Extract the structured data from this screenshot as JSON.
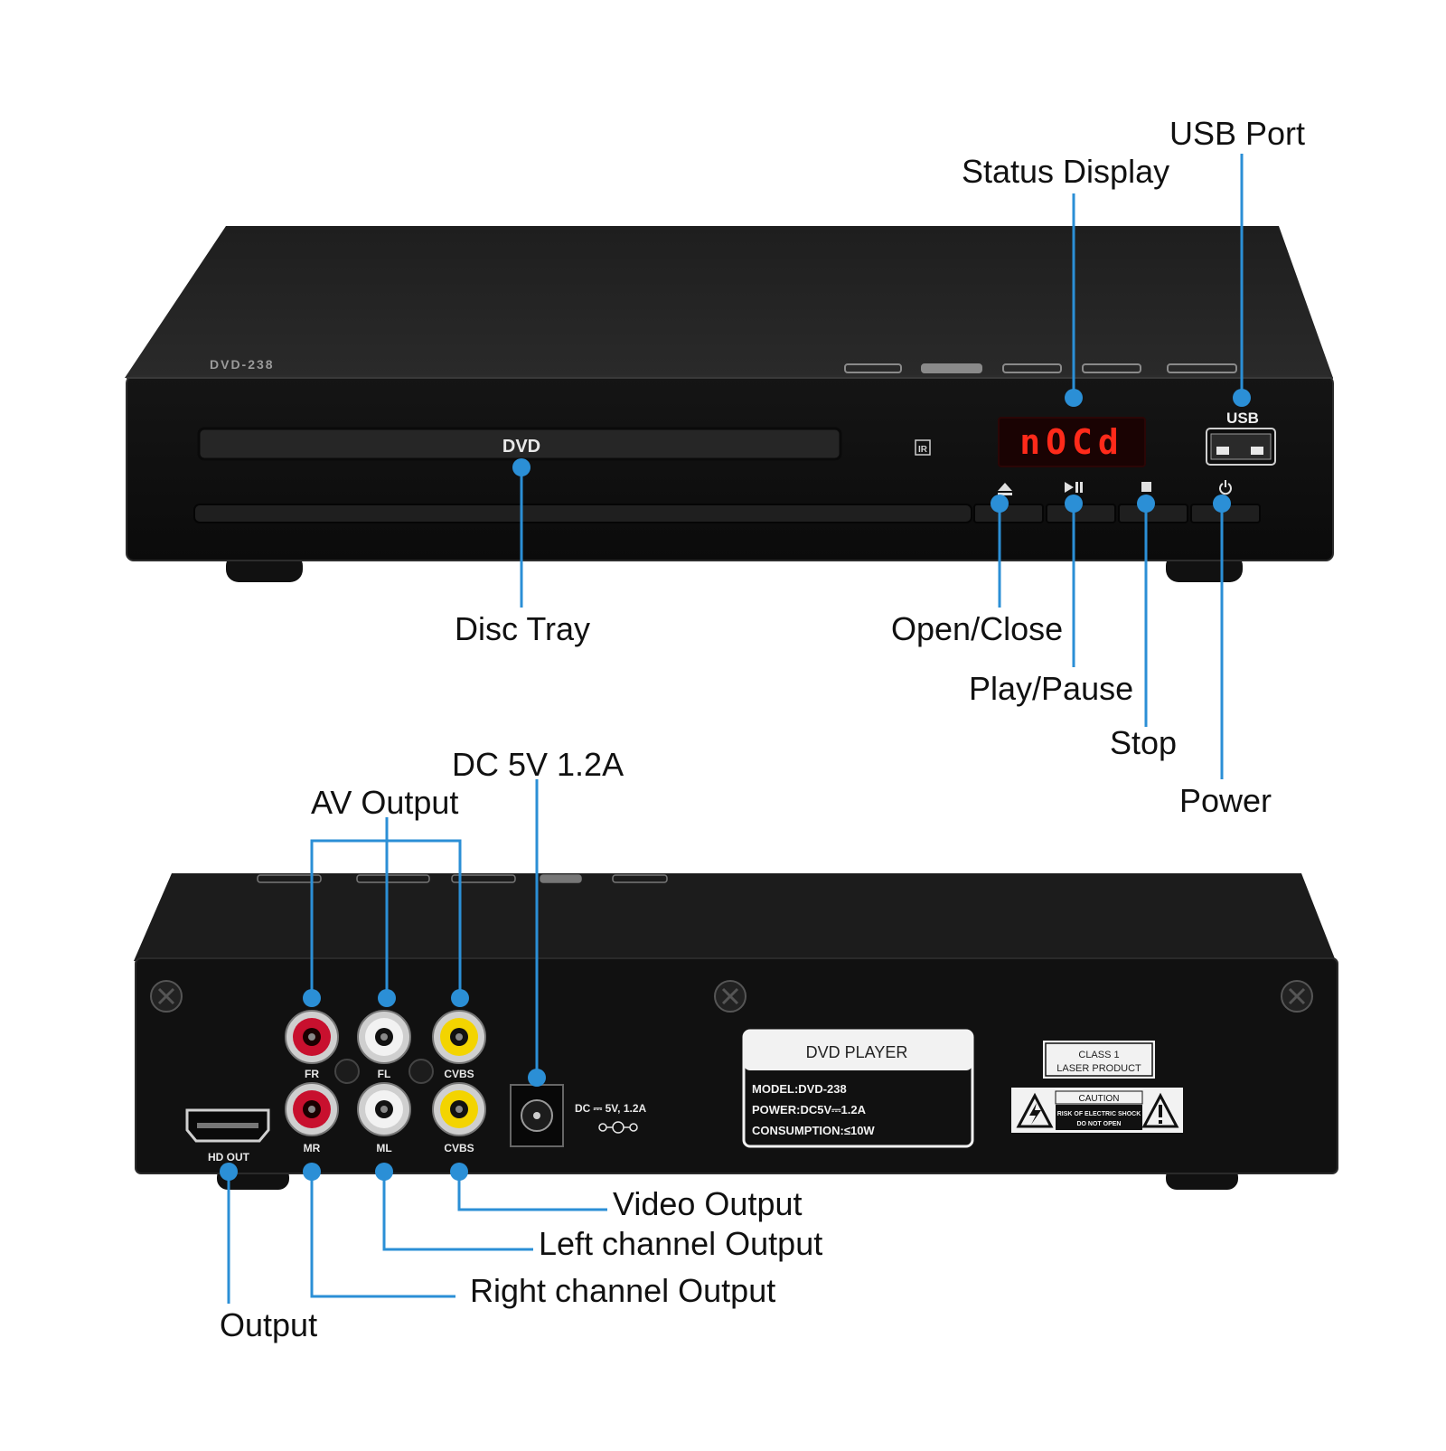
{
  "colors": {
    "accent": "#2b8fd6",
    "body": "#1b1b1b",
    "led": "#ff2a1a",
    "red_jack": "#c8102e",
    "white_jack": "#e8e8e8",
    "yellow_jack": "#f3d400"
  },
  "front": {
    "model": "DVD-238",
    "tray_label": "DVD",
    "ir_label": "IR",
    "display_text": "nOCd",
    "usb_label": "USB",
    "button_icons": [
      "eject-icon",
      "play-pause-icon",
      "stop-icon",
      "power-icon"
    ]
  },
  "front_callouts": {
    "usb_port": "USB Port",
    "status_display": "Status Display",
    "disc_tray": "Disc Tray",
    "open_close": "Open/Close",
    "play_pause": "Play/Pause",
    "stop": "Stop",
    "power": "Power"
  },
  "rear": {
    "jack_labels": {
      "fr": "FR",
      "fl": "FL",
      "cvbs_top": "CVBS",
      "mr": "MR",
      "ml": "ML",
      "cvbs_bottom": "CVBS"
    },
    "hdmi_label": "HD OUT",
    "dc_label": "DC ⎓ 5V, 1.2A",
    "rating_plate": {
      "title": "DVD PLAYER",
      "model": "MODEL:DVD-238",
      "power": "POWER:DC5V⎓1.2A",
      "consumption": "CONSUMPTION:≤10W"
    },
    "laser_label": {
      "line1": "CLASS 1",
      "line2": "LASER PRODUCT"
    },
    "caution_label": {
      "title": "CAUTION",
      "line1": "RISK OF ELECTRIC SHOCK",
      "line2": "DO NOT OPEN"
    }
  },
  "rear_callouts": {
    "dc_input": "DC 5V 1.2A",
    "av_output": "AV Output",
    "video_output": "Video Output",
    "left_channel": "Left channel Output",
    "right_channel": "Right channel Output",
    "hd_output": "Output"
  }
}
